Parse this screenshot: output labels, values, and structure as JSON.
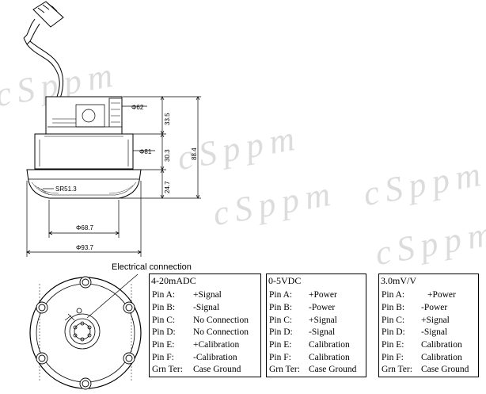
{
  "watermark": "cSppm",
  "dimensions": {
    "phi62": "Φ62",
    "phi81": "Φ81",
    "h33_5": "33.5",
    "h30_3": "30.3",
    "h24_7": "24.7",
    "h88_4": "88.4",
    "sr51_3": "SR51.3",
    "phi68_7": "Φ68.7",
    "phi93_7": "Φ93.7"
  },
  "connection_title": "Electrical connection",
  "pin_tables": [
    {
      "title": "4-20mADC",
      "rows": [
        {
          "pin": "Pin A:",
          "value": "+Signal"
        },
        {
          "pin": "Pin B:",
          "value": "-Signal"
        },
        {
          "pin": "Pin C:",
          "value": "No Connection"
        },
        {
          "pin": "Pin D:",
          "value": "No Connection"
        },
        {
          "pin": "Pin E:",
          "value": "+Calibration"
        },
        {
          "pin": "Pin F:",
          "value": "-Calibration"
        },
        {
          "pin": "Grn Ter:",
          "value": "Case Ground"
        }
      ]
    },
    {
      "title": "0-5VDC",
      "rows": [
        {
          "pin": "Pin A:",
          "value": "+Power"
        },
        {
          "pin": "Pin B:",
          "value": "-Power"
        },
        {
          "pin": "Pin C:",
          "value": "+Signal"
        },
        {
          "pin": "Pin D:",
          "value": "-Signal"
        },
        {
          "pin": "Pin E:",
          "value": "Calibration"
        },
        {
          "pin": "Pin F:",
          "value": "Calibration"
        },
        {
          "pin": "Grn Ter:",
          "value": "Case Ground"
        }
      ]
    },
    {
      "title": "3.0mV/V",
      "rows": [
        {
          "pin": "Pin A:",
          "value": "+Power"
        },
        {
          "pin": "Pin B:",
          "value": "-Power"
        },
        {
          "pin": "Pin C:",
          "value": "+Signal"
        },
        {
          "pin": "Pin D:",
          "value": "-Signal"
        },
        {
          "pin": "Pin E:",
          "value": "Calibration"
        },
        {
          "pin": "Pin F:",
          "value": "Calibration"
        },
        {
          "pin": "Grn Ter:",
          "value": "Case Ground"
        }
      ]
    }
  ]
}
